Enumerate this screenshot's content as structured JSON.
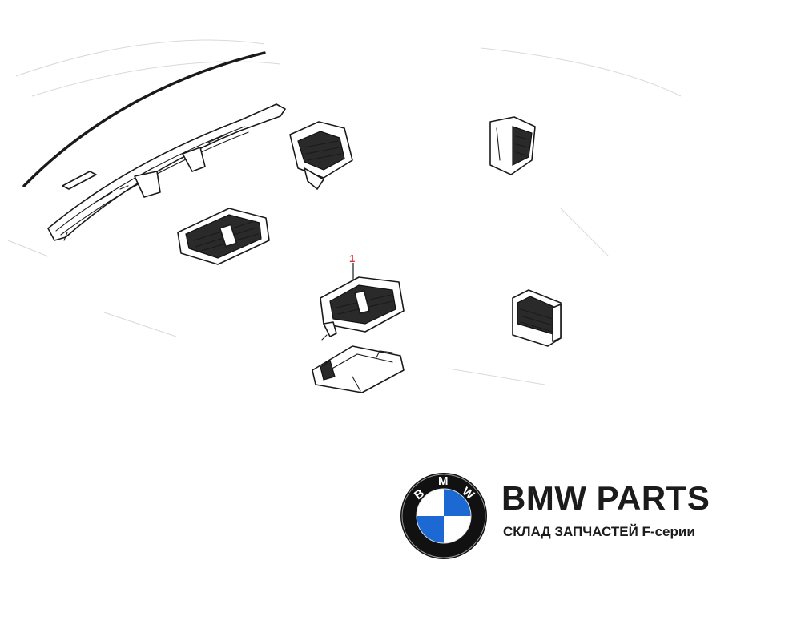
{
  "diagram": {
    "callout_number": "1",
    "accent_color": "#e0303a"
  },
  "brand": {
    "title": "BMW PARTS",
    "subtitle": "СКЛАД ЗАПЧАСТЕЙ F-серии",
    "logo_letters": [
      "B",
      "M",
      "W"
    ],
    "logo_colors": {
      "blue": "#1c69d4",
      "white": "#ffffff",
      "ring": "#111111"
    }
  }
}
